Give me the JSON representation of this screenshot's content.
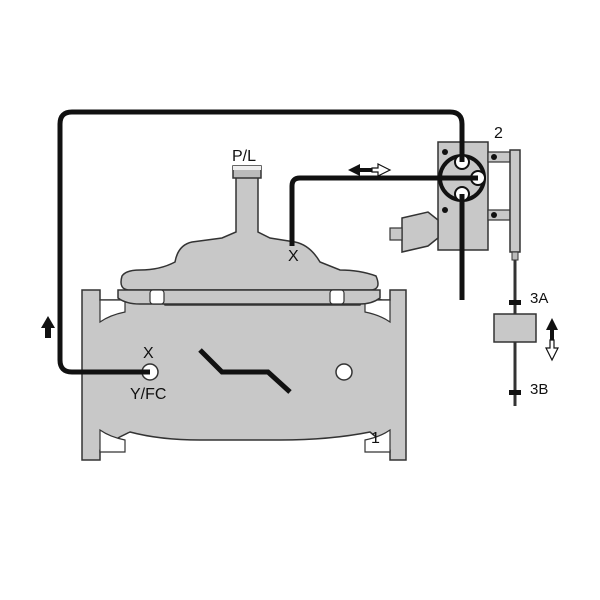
{
  "labels": {
    "valve_body": "1",
    "pilot": "2",
    "float_upper": "3A",
    "float_lower": "3B",
    "port_pl": "P/L",
    "port_cover": "X",
    "port_inlet_x": "X",
    "port_inlet": "Y/FC"
  },
  "colors": {
    "body_fill": "#c8c8c8",
    "outline": "#333333",
    "tubing": "#111111",
    "background": "#ffffff"
  },
  "icons": {
    "flow_up": "arrow-up-icon",
    "flow_bidirectional": "double-arrow-horizontal-icon",
    "float_motion": "double-arrow-vertical-icon"
  }
}
